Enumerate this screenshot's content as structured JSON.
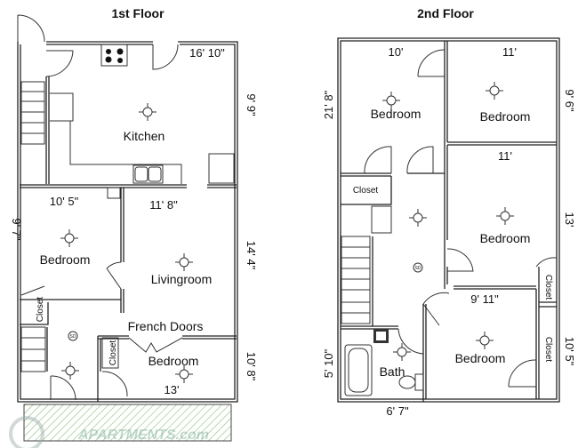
{
  "floor1": {
    "title": "1st Floor",
    "rooms": {
      "kitchen": "Kitchen",
      "bedroom_left": "Bedroom",
      "livingroom": "Livingroom",
      "bedroom_front": "Bedroom",
      "closet_left": "Closet",
      "closet_front": "Closet",
      "french_doors": "French Doors",
      "smoke": "SD"
    },
    "dimensions": {
      "kitchen_width": "16' 10\"",
      "kitchen_depth": "9' 9\"",
      "left_height": "9' 7\"",
      "bedroom_width": "10' 5\"",
      "living_width": "11' 8\"",
      "living_depth": "14' 4\"",
      "front_bedroom_width": "13'",
      "front_bedroom_depth": "10' 8\""
    }
  },
  "floor2": {
    "title": "2nd Floor",
    "rooms": {
      "bedroom_nw": "Bedroom",
      "bedroom_ne": "Bedroom",
      "bedroom_e": "Bedroom",
      "bedroom_se": "Bedroom",
      "bath": "Bath",
      "closet_nw": "Closet",
      "closet_e": "Closet",
      "closet_se": "Closet",
      "smoke": "SD"
    },
    "dimensions": {
      "nw_width": "10'",
      "ne_width": "11'",
      "ne_depth": "9' 6\"",
      "left_height": "21' 8\"",
      "e_width": "11'",
      "e_depth": "13'",
      "se_width": "9' 11\"",
      "se_depth": "10' 5\"",
      "bath_depth": "5' 10\"",
      "bath_width": "6' 7\""
    }
  },
  "watermark": "APARTMENTS.com"
}
